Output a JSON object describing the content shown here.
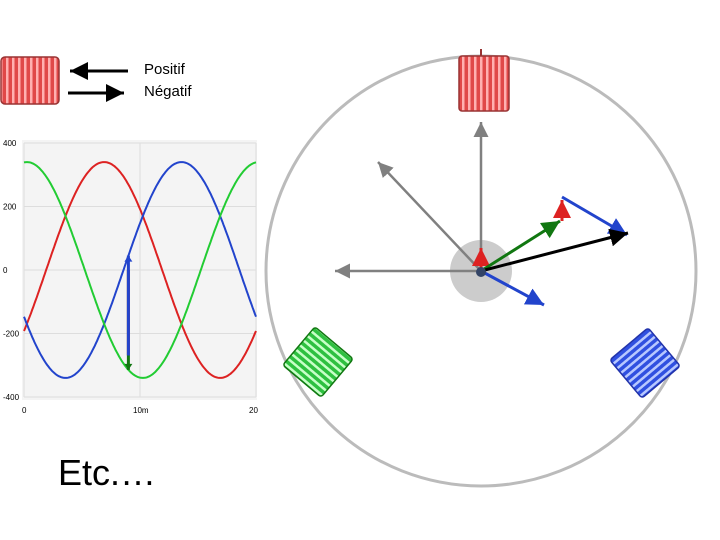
{
  "legend": {
    "positive_label": "Positif",
    "negative_label": "Négatif"
  },
  "footer_text": "Etc.…",
  "colors": {
    "phase_a": "#dd2222",
    "phase_b": "#2244cc",
    "phase_c": "#22cc33",
    "green_vector": "#117711",
    "result_vector": "#000000",
    "field_vectors": "#808080",
    "stator_ring": "#bbbbbb",
    "rotor": "#cccccc"
  },
  "chart_data": {
    "type": "line",
    "x_tick_labels": [
      "0",
      "10m",
      "20"
    ],
    "y_tick_labels": [
      "400",
      "200",
      "0",
      "-200",
      "-400"
    ],
    "x_range": [
      0,
      20
    ],
    "y_range": [
      -400,
      400
    ],
    "amplitude": 340,
    "series": [
      {
        "color": "#dd2222",
        "phase_deg": 0
      },
      {
        "color": "#2244cc",
        "phase_deg": -120
      },
      {
        "color": "#22cc33",
        "phase_deg": 120
      }
    ],
    "marker_x": 9
  }
}
